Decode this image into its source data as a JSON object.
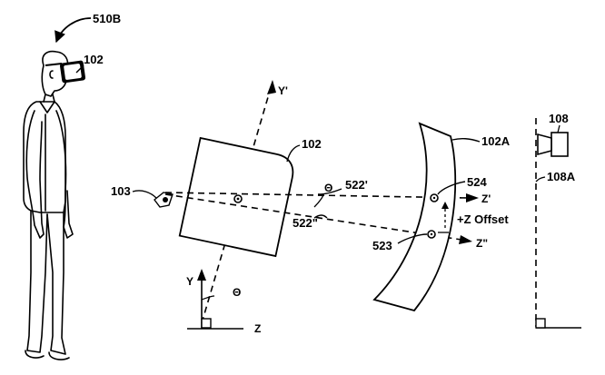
{
  "labels": {
    "ref_510b": "510B",
    "ref_102_user": "102",
    "ref_102_device": "102",
    "ref_103": "103",
    "ref_102a": "102A",
    "ref_108": "108",
    "ref_108a": "108A",
    "ref_522p": "522'",
    "ref_522pp": "522\"",
    "ref_524": "524",
    "ref_523": "523",
    "axis_y_prime": "Y'",
    "axis_z_prime": "Z'",
    "axis_z_double": "Z\"",
    "axis_y": "Y",
    "axis_z": "Z",
    "theta_top": "Θ",
    "theta_bottom": "Θ",
    "z_offset": "+Z Offset"
  },
  "colors": {
    "line": "#000000",
    "background": "#ffffff"
  }
}
